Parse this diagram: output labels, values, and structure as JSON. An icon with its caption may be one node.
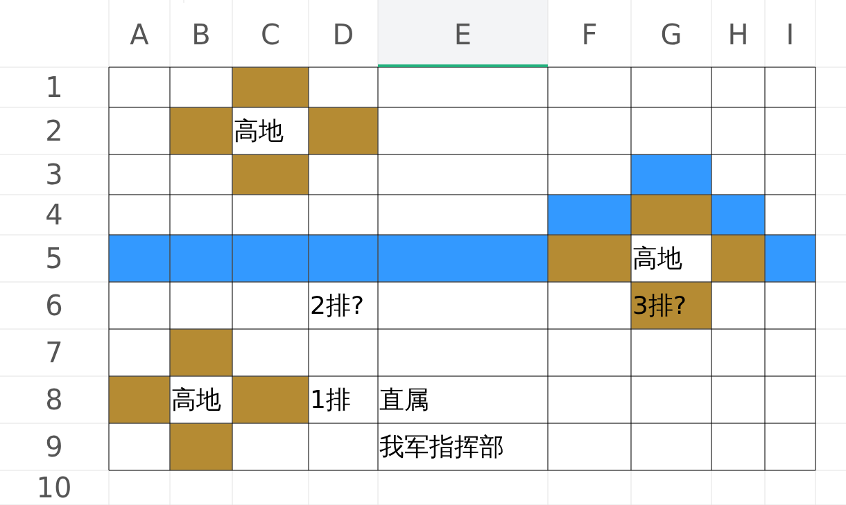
{
  "diagram": {
    "labels": [
      "A",
      "B",
      "C",
      "D",
      "E",
      "F",
      "G",
      "H",
      "I",
      "1",
      "2",
      "高地",
      "3",
      "4",
      "5",
      "高地",
      "6",
      "2排?",
      "3排?",
      "7",
      "8",
      "高地",
      "1排",
      "直属",
      "9",
      "我军指挥部",
      "10"
    ]
  }
}
